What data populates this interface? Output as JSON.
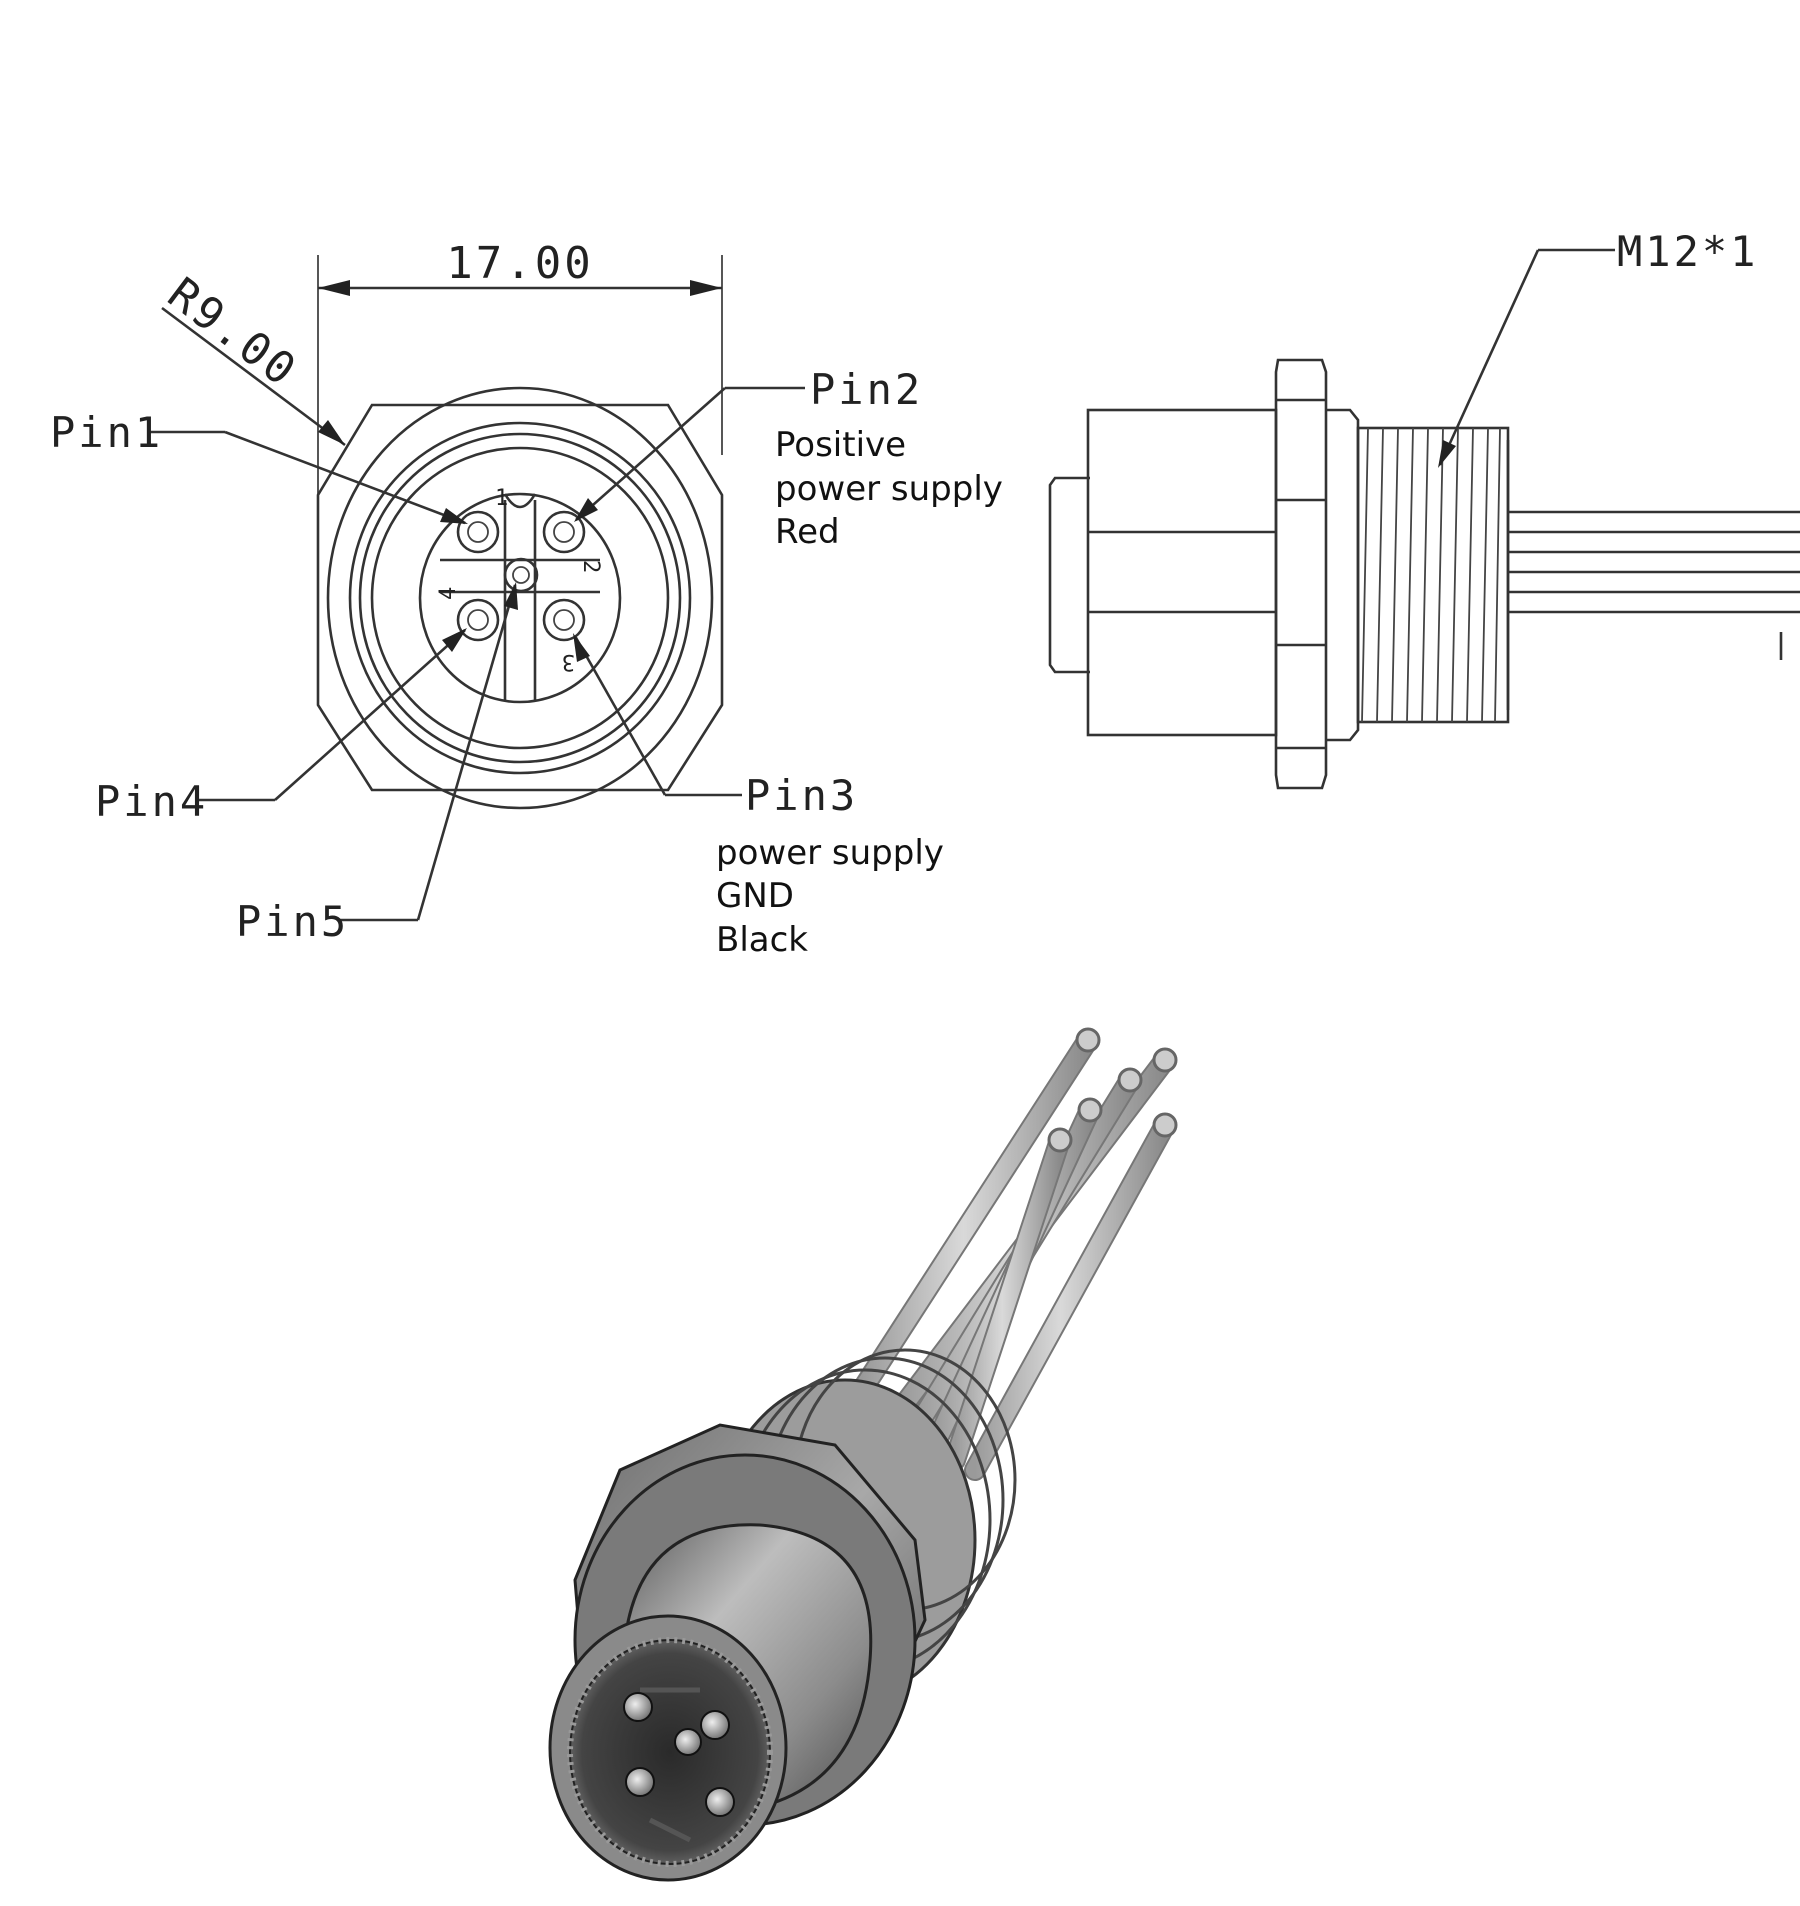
{
  "front_view": {
    "width_dim": "17.00",
    "radius_dim": "R9.00",
    "pins": {
      "pin1": {
        "label": "Pin1"
      },
      "pin2": {
        "label": "Pin2",
        "desc": [
          "Positive",
          "power supply",
          "Red"
        ]
      },
      "pin3": {
        "label": "Pin3",
        "desc": [
          "power supply",
          "GND",
          "Black"
        ]
      },
      "pin4": {
        "label": "Pin4"
      },
      "pin5": {
        "label": "Pin5"
      }
    },
    "pin_numbers": [
      "1",
      "2",
      "3",
      "4"
    ]
  },
  "side_view": {
    "thread_label": "M12*1"
  }
}
